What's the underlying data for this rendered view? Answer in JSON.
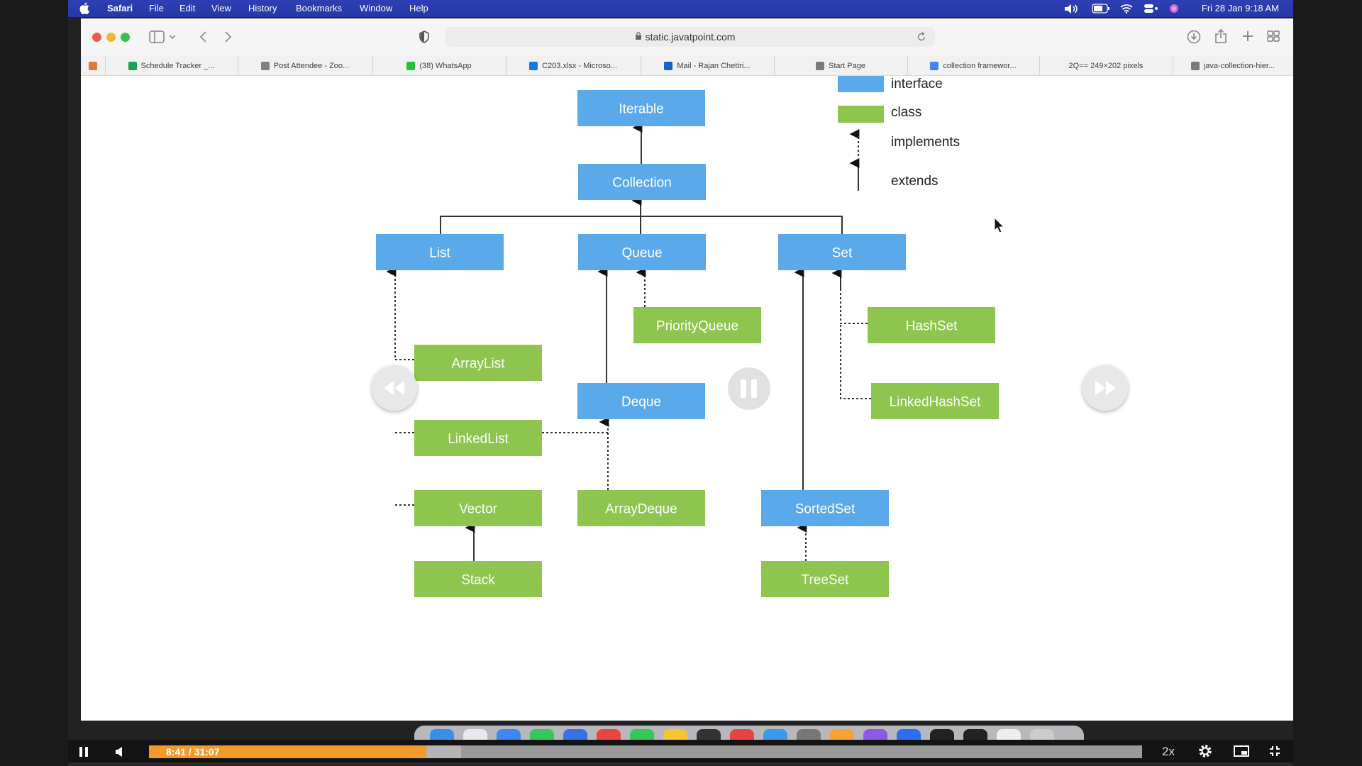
{
  "menubar": {
    "app_name": "Safari",
    "menus": [
      "File",
      "Edit",
      "View",
      "History",
      "Bookmarks",
      "Window",
      "Help"
    ],
    "clock": "Fri 28 Jan  9:18 AM"
  },
  "browser": {
    "url": "static.javatpoint.com",
    "tabs": [
      {
        "label": "",
        "favicon": "home-icon",
        "color": "#e07a3a"
      },
      {
        "label": "Schedule Tracker _...",
        "favicon": "sheets-icon",
        "color": "#1e9e57"
      },
      {
        "label": "Post Attendee - Zoo...",
        "favicon": "zoom-icon",
        "color": "#808080"
      },
      {
        "label": "(38) WhatsApp",
        "favicon": "whatsapp-icon",
        "color": "#25c03a"
      },
      {
        "label": "C203.xlsx - Microso...",
        "favicon": "onedrive-icon",
        "color": "#1a7ad8"
      },
      {
        "label": "Mail - Rajan Chettri...",
        "favicon": "outlook-icon",
        "color": "#1463c4"
      },
      {
        "label": "Start Page",
        "favicon": "star-icon",
        "color": "#7a7a7a"
      },
      {
        "label": "collection framewor...",
        "favicon": "google-icon",
        "color": "#4285f4"
      },
      {
        "label": "2Q== 249×202 pixels",
        "favicon": "",
        "color": ""
      },
      {
        "label": "java-collection-hier...",
        "favicon": "j-icon",
        "color": "#7a7a7a"
      }
    ]
  },
  "diagram": {
    "legend": {
      "interface_label": "interface",
      "class_label": "class",
      "implements_label": "implements",
      "extends_label": "extends",
      "interface_color": "#5aa9eb",
      "class_color": "#8dc54f"
    },
    "nodes": {
      "iterable": "Iterable",
      "collection": "Collection",
      "list": "List",
      "queue": "Queue",
      "set": "Set",
      "arraylist": "ArrayList",
      "linkedlist": "LinkedList",
      "vector": "Vector",
      "stack": "Stack",
      "priorityqueue": "PriorityQueue",
      "deque": "Deque",
      "arraydeque": "ArrayDeque",
      "hashset": "HashSet",
      "linkedhashset": "LinkedHashSet",
      "sortedset": "SortedSet",
      "treeset": "TreeSet"
    }
  },
  "player": {
    "time": "8:41 /  31:07",
    "progress": 0.279,
    "speed": "2x"
  }
}
